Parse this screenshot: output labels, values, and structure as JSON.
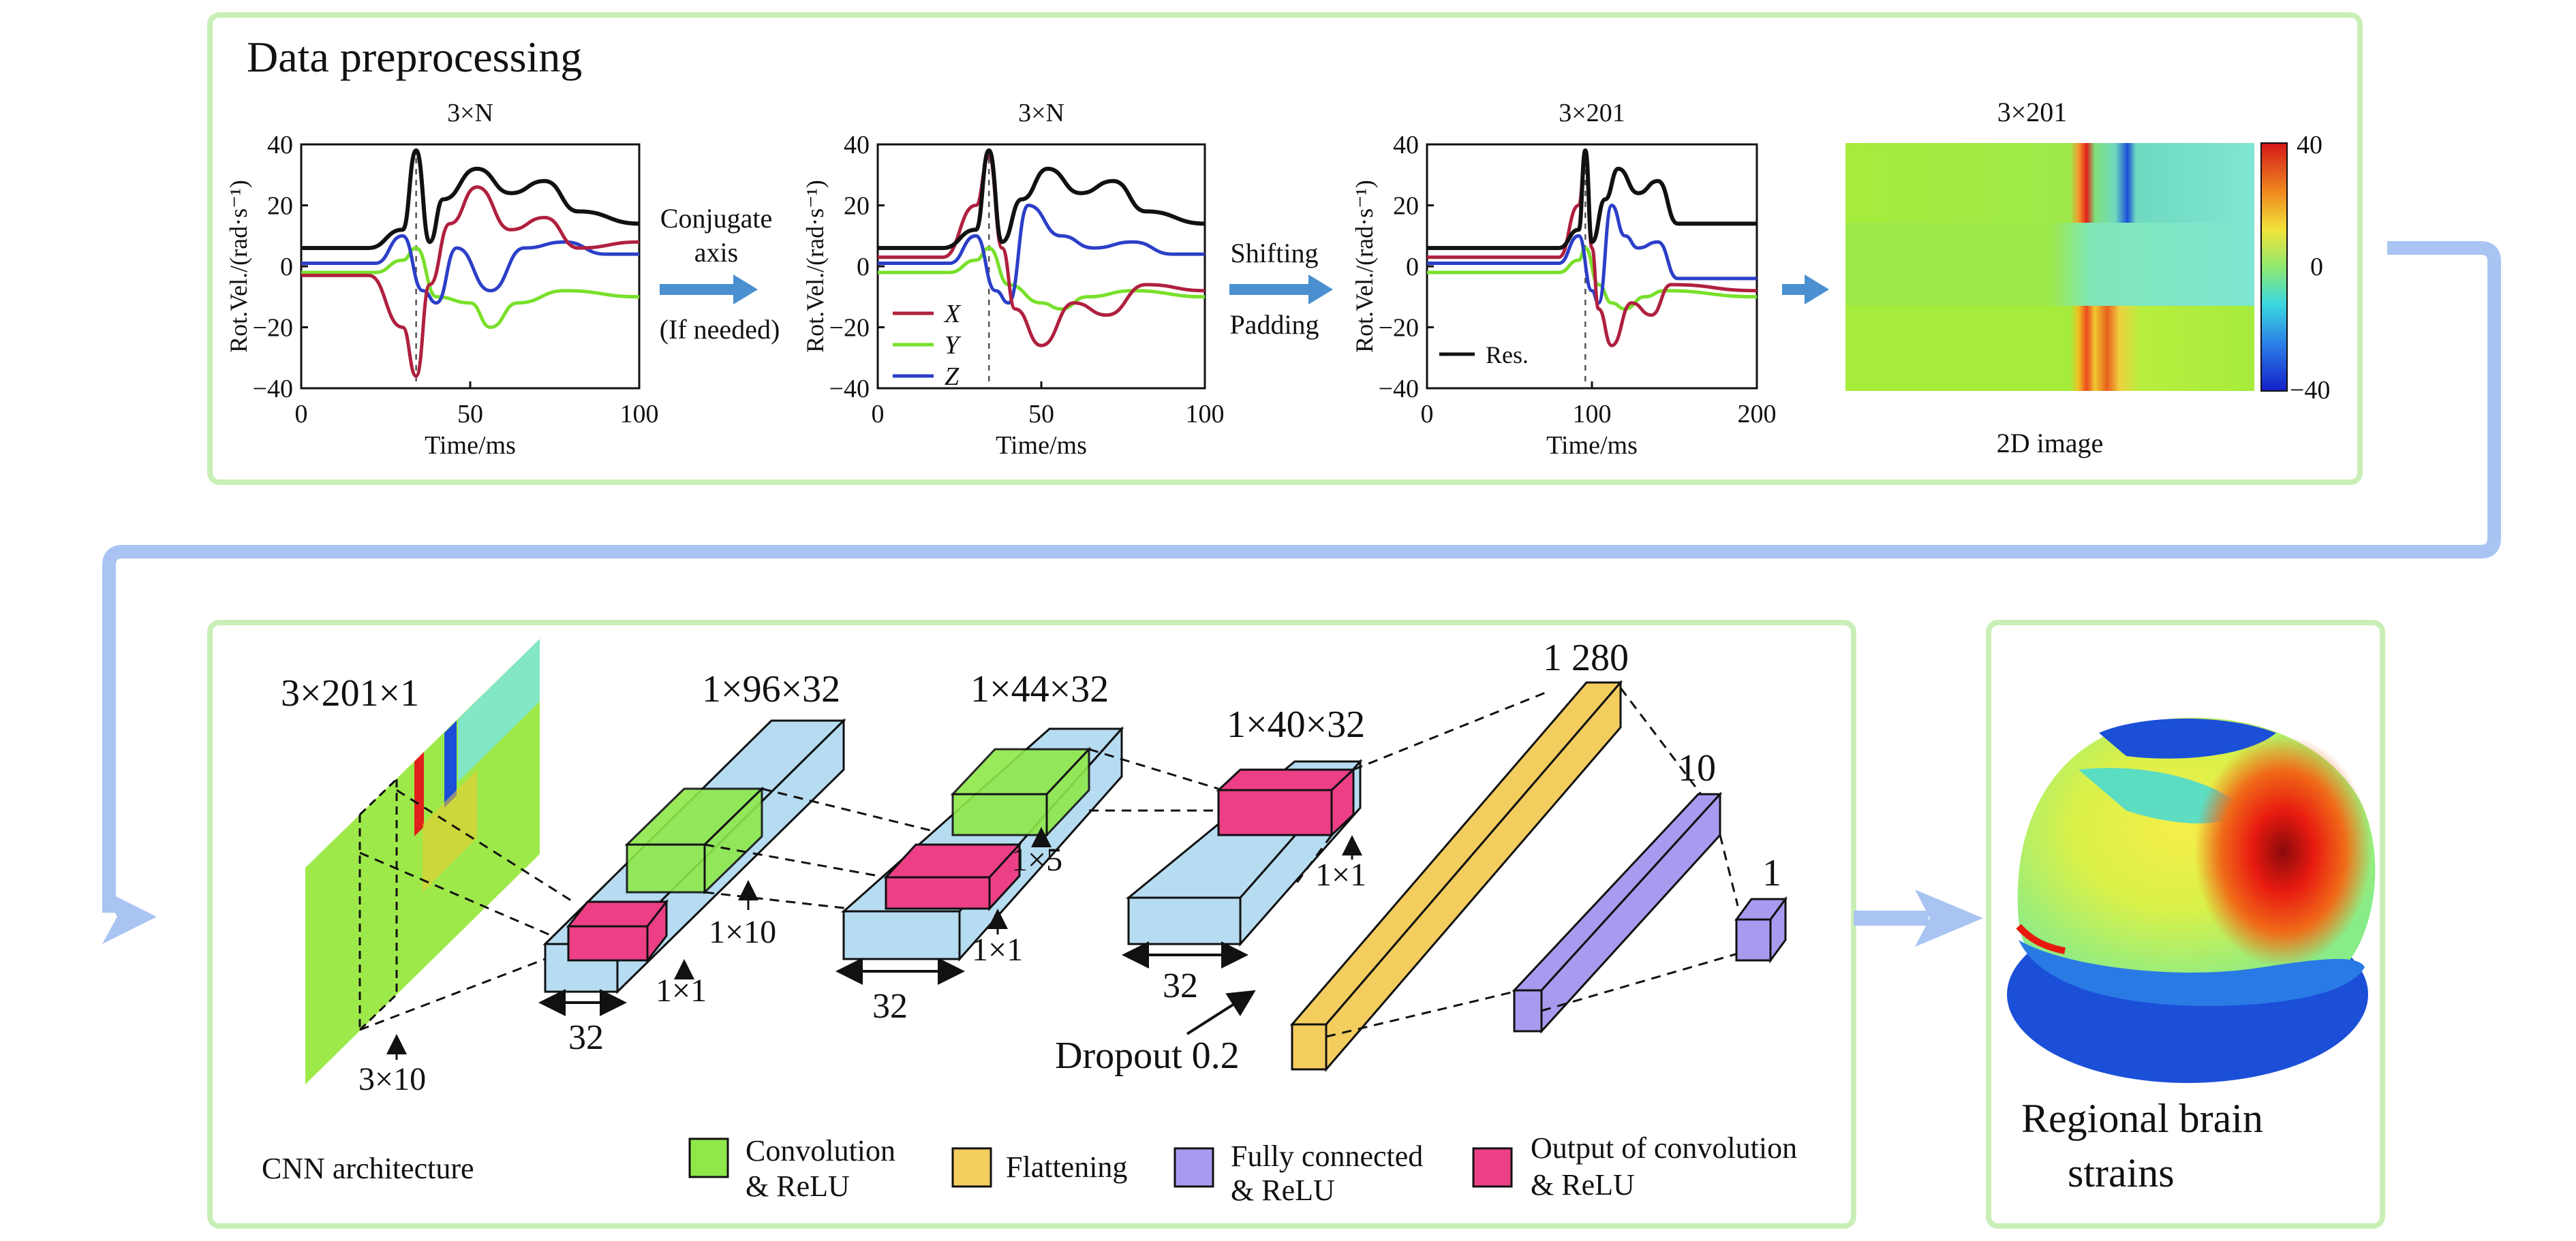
{
  "section_titles": {
    "preprocessing": "Data preprocessing",
    "cnn": "CNN architecture",
    "brain": "Regional brain strains"
  },
  "colors": {
    "panel_border": "#c9efb6",
    "flow_arrow": "#a9c4f2",
    "small_arrow": "#4a90d0",
    "conv": "#8ee84a",
    "flatten": "#f3cd5e",
    "fc": "#a99af0",
    "conv_output": "#ec3f86",
    "block_blue": "#b6dcf2",
    "series_x": "#b0203f",
    "series_y": "#78e02a",
    "series_z": "#2b3fc8",
    "series_res": "#111111"
  },
  "plots": [
    {
      "title": "3×N",
      "ylabel": "Rot.Vel./(rad·s⁻¹)",
      "xlabel": "Time/ms",
      "xticks": [
        "0",
        "50",
        "100"
      ],
      "yticks": [
        "40",
        "20",
        "0",
        "−20",
        "−40"
      ]
    },
    {
      "title": "3×N",
      "ylabel": "Rot.Vel./(rad·s⁻¹)",
      "xlabel": "Time/ms",
      "xticks": [
        "0",
        "50",
        "100"
      ],
      "yticks": [
        "40",
        "20",
        "0",
        "−20",
        "−40"
      ]
    },
    {
      "title": "3×201",
      "ylabel": "Rot.Vel./(rad·s⁻¹)",
      "xlabel": "Time/ms",
      "xticks": [
        "0",
        "100",
        "200"
      ],
      "yticks": [
        "40",
        "20",
        "0",
        "−20",
        "−40"
      ]
    }
  ],
  "legend_series": [
    {
      "name": "X",
      "color": "#b0203f"
    },
    {
      "name": "Y",
      "color": "#78e02a"
    },
    {
      "name": "Z",
      "color": "#2b3fc8"
    }
  ],
  "res_label": "Res.",
  "step_labels": {
    "conjugate_1": "Conjugate",
    "conjugate_2": "axis",
    "conjugate_3": "(If needed)",
    "shifting": "Shifting",
    "padding": "Padding"
  },
  "image2d": {
    "title": "3×201",
    "caption": "2D image",
    "colorbar_ticks": [
      "40",
      "0",
      "−40"
    ]
  },
  "cnn_labels": {
    "input": "3×201×1",
    "kernel_in": "3×10",
    "b1": "1×96×32",
    "b2": "1×44×32",
    "b3": "1×40×32",
    "k_1x10": "1×10",
    "k1_1x1": "1×1",
    "k_1x5": "1×5",
    "k2_1x1": "1×1",
    "k3_1x1": "1×1",
    "w1": "32",
    "w2": "32",
    "w3": "32",
    "flatten": "1 280",
    "fc10": "10",
    "out": "1",
    "dropout": "Dropout 0.2"
  },
  "legend": [
    {
      "label1": "Convolution",
      "label2": "& ReLU",
      "color": "#8ee84a"
    },
    {
      "label1": "Flattening",
      "label2": "",
      "color": "#f3cd5e"
    },
    {
      "label1": "Fully connected",
      "label2": "& ReLU",
      "color": "#a99af0"
    },
    {
      "label1": "Output of convolution",
      "label2": "& ReLU",
      "color": "#ec3f86"
    }
  ],
  "brain_labels": {
    "line1": "Regional brain",
    "line2": "strains"
  }
}
